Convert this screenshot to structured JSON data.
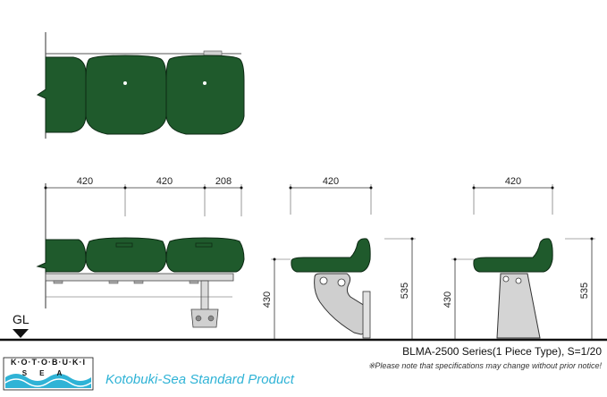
{
  "drawing": {
    "front_dims": [
      "420",
      "420",
      "208"
    ],
    "side1": {
      "width": "420",
      "seat_height": "430",
      "total_height": "535"
    },
    "side2": {
      "width": "420",
      "seat_height": "430",
      "total_height": "535"
    },
    "ground_label": "GL"
  },
  "footer": {
    "series_title": "BLMA-2500 Series(1 Piece Type), S=1/20",
    "notice": "※Please note that specifications may change without prior notice!",
    "logo_top": "K·O·T·O·B·U·K·I",
    "logo_bottom": "SEA",
    "product": "Kotobuki-Sea Standard Product"
  },
  "colors": {
    "seat": "#1f5a2c",
    "frame": "#c8c8c8",
    "ground": "#111111",
    "accent": "#2fb3d6"
  }
}
